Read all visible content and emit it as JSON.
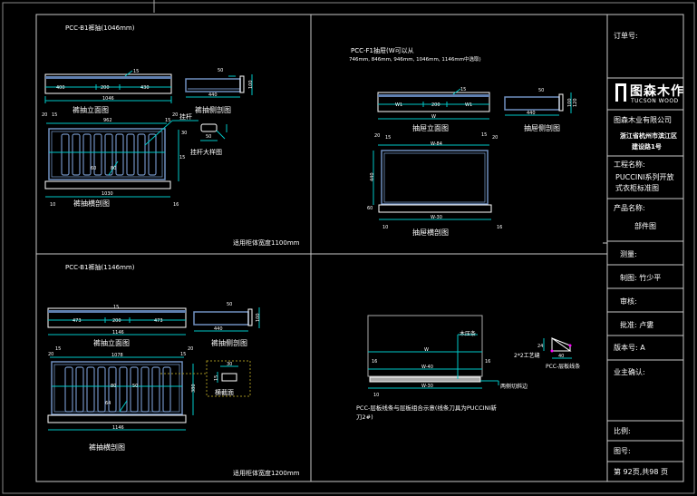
{
  "title_block": {
    "order_no_label": "订单号:",
    "logo_cn": "图森木作",
    "logo_en": "TUCSON WOOD",
    "company": "图森木业有限公司",
    "address_line1": "浙江省杭州市滨江区",
    "address_line2": "建设路1号",
    "project_label": "工程名称:",
    "project_line1": "PUCCINI系列开放",
    "project_line2": "式衣柜标准图",
    "product_label": "产品名称:",
    "product_value": "部件图",
    "measure_label": "测量:",
    "drafter": "制图: 竹少平",
    "reviewer": "审核:",
    "approver": "批准: 卢婁",
    "version": "版本号:   A",
    "owner_confirm": "业主确认:",
    "scale": "比例:",
    "drawing_no": "图号:",
    "page_info": "第 92页,共98 页"
  },
  "panel_top_left": {
    "title": "PCC-B1裤抽(1046mm)",
    "elevation_caption": "裤抽立面图",
    "side_caption": "裤抽侧剖图",
    "cross_caption": "裤抽横剖图",
    "rod_caption": "挂杆大样图",
    "rod_label": "挂杆",
    "footer": "适用柜体宽度1100mm",
    "dims_elev": [
      "400",
      "200",
      "430",
      "1046",
      "15"
    ],
    "dims_side": [
      "50",
      "440",
      "100",
      "15"
    ],
    "dims_cross": [
      "20",
      "15",
      "962",
      "20",
      "15",
      "1030",
      "10",
      "16",
      "30",
      "15",
      "50",
      "60",
      "80"
    ]
  },
  "panel_top_right": {
    "title": "PCC-F1抽屉(W可以从",
    "subtitle": "746mm, 846mm, 946mm, 1046mm, 1146mm中选取)",
    "elevation_caption": "抽屉立面图",
    "side_caption": "抽屉侧剖图",
    "cross_caption": "抽屉横剖图",
    "dims_elev": [
      "W1",
      "200",
      "W1",
      "W",
      "15"
    ],
    "dims_side": [
      "50",
      "440",
      "100",
      "120"
    ],
    "dims_cross": [
      "20",
      "15",
      "W-84",
      "15",
      "20",
      "440",
      "60",
      "W-30",
      "10",
      "16"
    ]
  },
  "panel_bottom_left": {
    "title": "PCC-B1裤抽(1146mm)",
    "elevation_caption": "裤抽立面图",
    "side_caption": "裤抽侧剖图",
    "cross_caption": "裤抽横剖图",
    "detail_caption": "横截面",
    "footer": "适用柜体宽度1200mm",
    "dims_elev": [
      "473",
      "200",
      "473",
      "1146",
      "15"
    ],
    "dims_side": [
      "50",
      "440",
      "100"
    ],
    "dims_cross": [
      "15",
      "20",
      "1078",
      "15",
      "20",
      "380",
      "64",
      "80",
      "50",
      "1146",
      "30",
      "15"
    ]
  },
  "panel_bottom_right": {
    "wood_strip_label": "木压条",
    "edge_label": "两侧切斜边",
    "groove_label": "2*2工艺缝",
    "profile_caption": "PCC-层板线条",
    "note_line1": "PCC-层板线条与层板组合示意(线条刀具为PUCCINI新",
    "note_line2": "刀2#)",
    "dims": [
      "W",
      "W-40",
      "W-30",
      "16",
      "10",
      "16",
      "24",
      "40"
    ]
  },
  "colors": {
    "background": "#000000",
    "frame": "#c8c8c8",
    "dimension": "#00c8c8",
    "outline": "#ffffff",
    "part": "#7090c0",
    "detail_box": "#a09020",
    "marker": "#ff00ff"
  }
}
